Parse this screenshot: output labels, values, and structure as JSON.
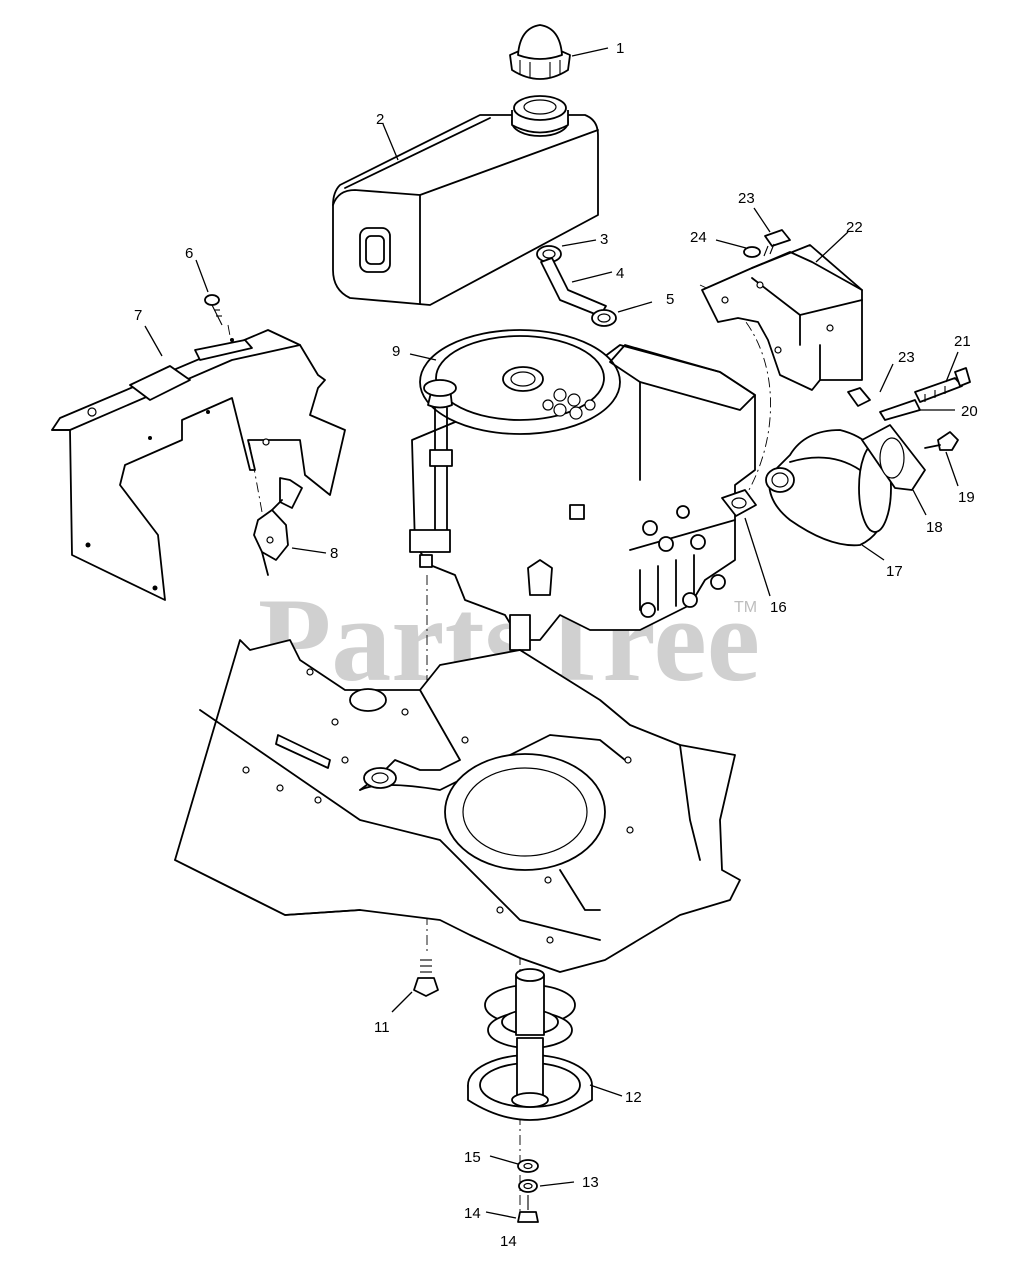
{
  "watermark": {
    "text": "PartsTree",
    "trademark": "TM"
  },
  "callouts": [
    {
      "id": "1",
      "label": "1"
    },
    {
      "id": "2",
      "label": "2"
    },
    {
      "id": "3",
      "label": "3"
    },
    {
      "id": "4",
      "label": "4"
    },
    {
      "id": "5",
      "label": "5"
    },
    {
      "id": "6",
      "label": "6"
    },
    {
      "id": "7",
      "label": "7"
    },
    {
      "id": "8",
      "label": "8"
    },
    {
      "id": "9",
      "label": "9"
    },
    {
      "id": "11",
      "label": "11"
    },
    {
      "id": "12",
      "label": "12"
    },
    {
      "id": "13",
      "label": "13"
    },
    {
      "id": "14a",
      "label": "14"
    },
    {
      "id": "14b",
      "label": "14"
    },
    {
      "id": "15",
      "label": "15"
    },
    {
      "id": "16",
      "label": "16"
    },
    {
      "id": "17",
      "label": "17"
    },
    {
      "id": "18",
      "label": "18"
    },
    {
      "id": "19",
      "label": "19"
    },
    {
      "id": "20",
      "label": "20"
    },
    {
      "id": "21",
      "label": "21"
    },
    {
      "id": "22",
      "label": "22"
    },
    {
      "id": "23a",
      "label": "23"
    },
    {
      "id": "23b",
      "label": "23"
    },
    {
      "id": "24",
      "label": "24"
    }
  ]
}
